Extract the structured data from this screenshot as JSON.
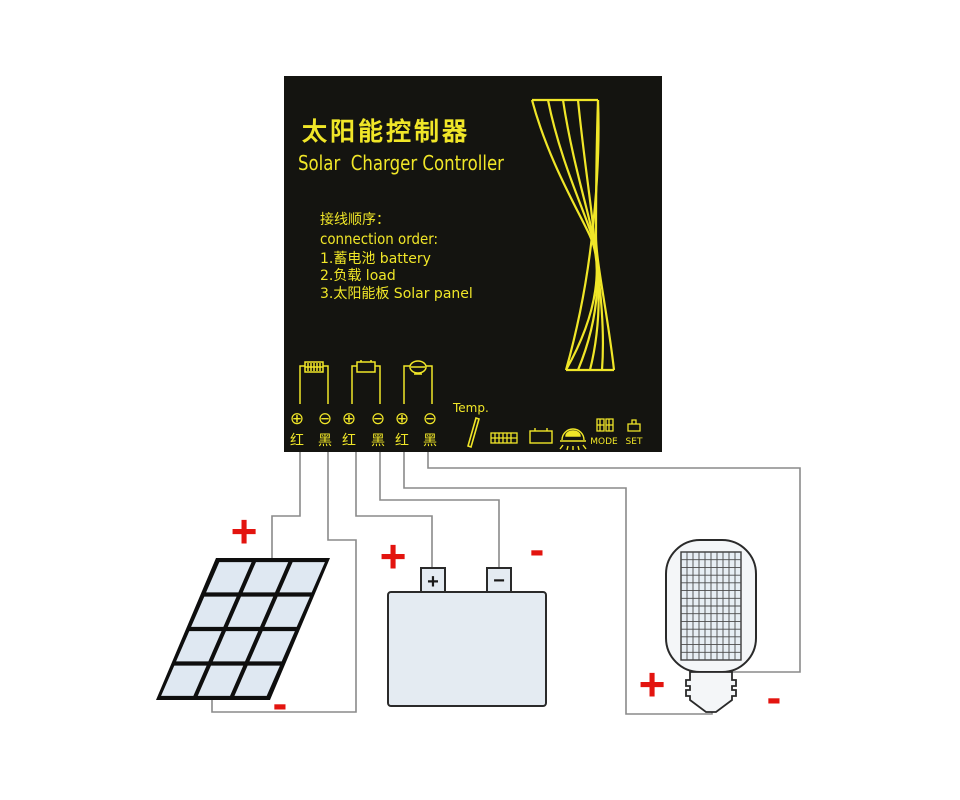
{
  "controller": {
    "title_cn": "太阳能控制器",
    "title_en": "Solar  Charger Controller",
    "order_heading_cn": "接线顺序：",
    "order_heading_en": "connection order:",
    "order_items": [
      "1.蓄电池 battery",
      "2.负载 load",
      "3.太阳能板 Solar panel"
    ],
    "temp_label": "Temp.",
    "mode_label": "MODE",
    "set_label": "SET",
    "terminal_colors": [
      "红",
      "黑",
      "红",
      "黑",
      "红",
      "黑"
    ],
    "terminal_polarity": [
      "⊕",
      "⊖",
      "⊕",
      "⊖",
      "⊕",
      "⊖"
    ]
  },
  "signs": {
    "plus": "+",
    "minus": "-",
    "battery_plus": "+",
    "battery_minus": "−"
  },
  "colors": {
    "controller_bg": "#141410",
    "silkscreen": "#f0e628",
    "sign": "#e3140f",
    "wire": "#8a8a8a"
  },
  "icons": {
    "logo": "twisted-wire-logo-icon",
    "solar": "solar-panel-icon",
    "battery": "battery-icon",
    "lamp": "lamp-icon",
    "sensor": "temperature-sensor-icon",
    "mode": "mode-button-icon",
    "set": "set-button-icon"
  }
}
